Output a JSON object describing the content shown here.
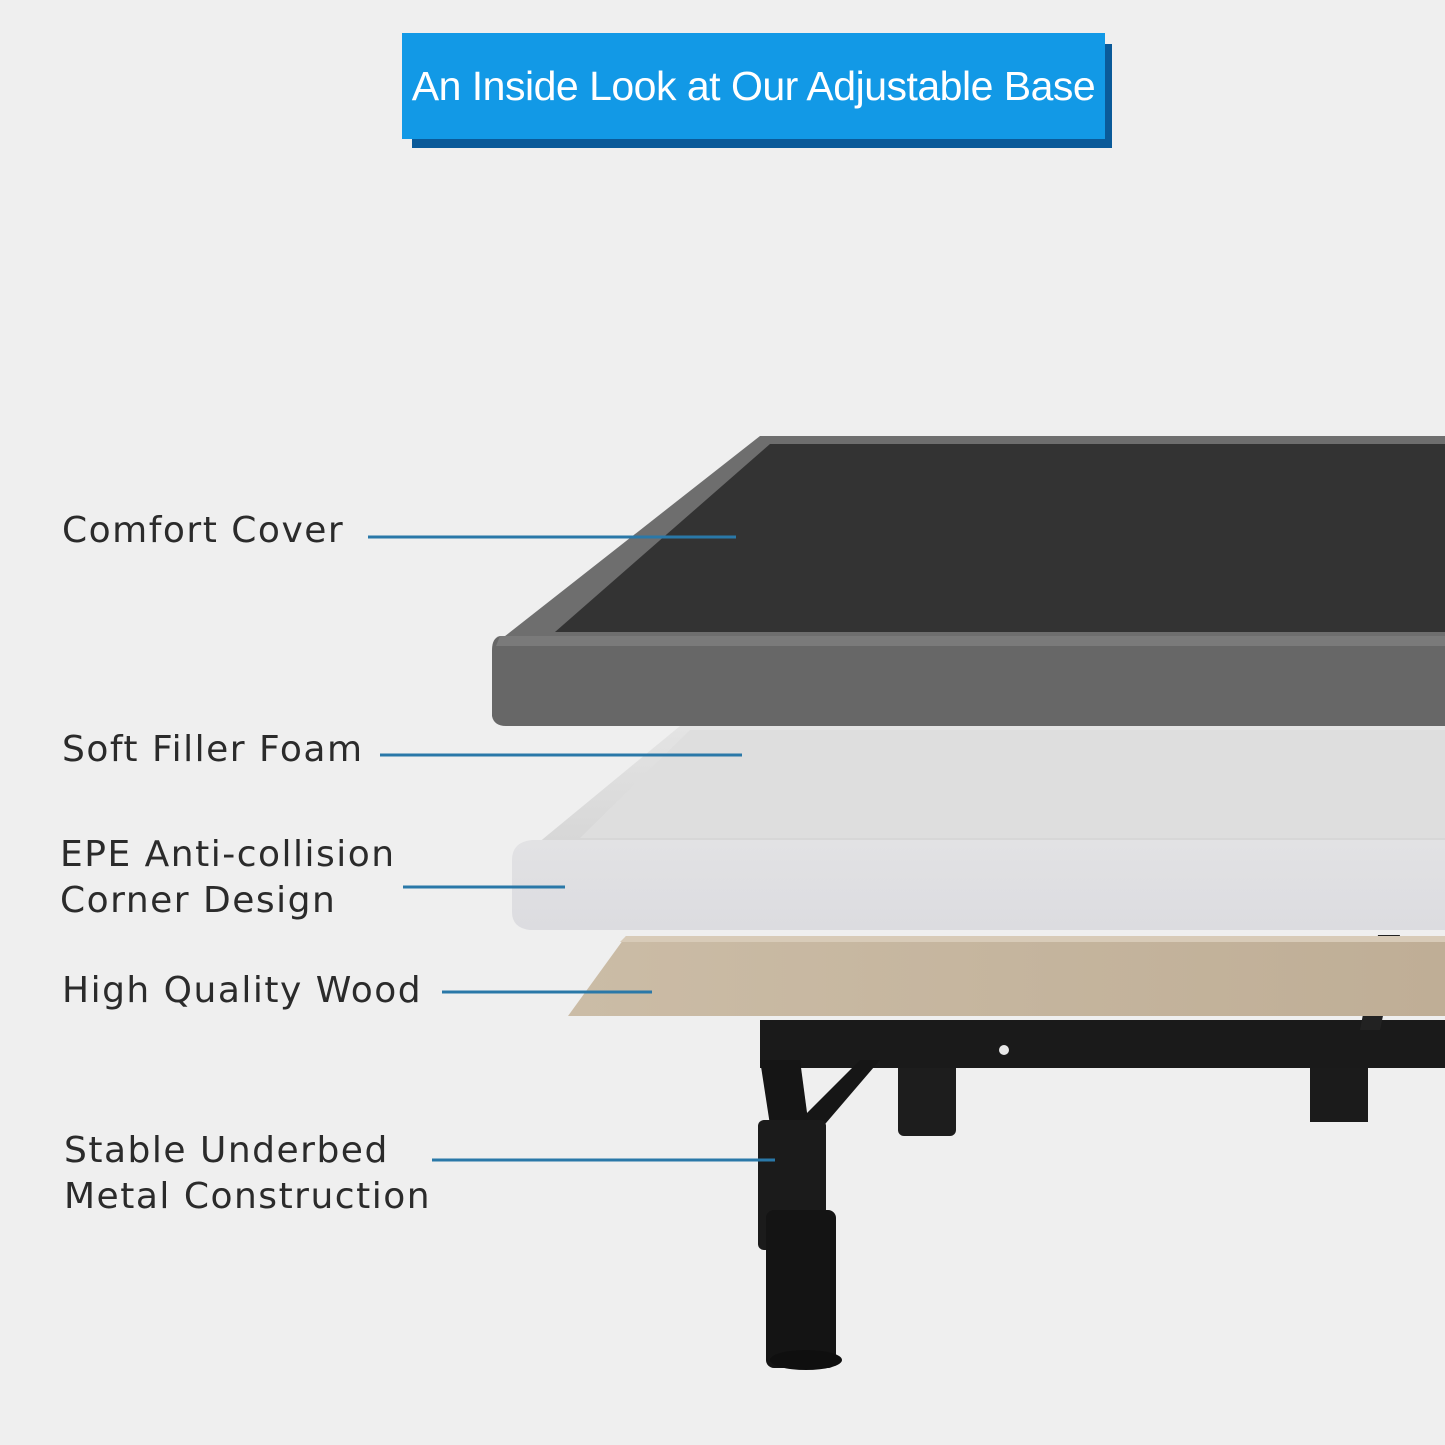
{
  "banner": {
    "title": "An Inside Look at Our Adjustable Base"
  },
  "callouts": [
    {
      "lines": [
        "Comfort Cover"
      ]
    },
    {
      "lines": [
        "Soft Filler Foam"
      ]
    },
    {
      "lines": [
        "EPE Anti-collision",
        "Corner Design"
      ]
    },
    {
      "lines": [
        "High Quality Wood"
      ]
    },
    {
      "lines": [
        "Stable Underbed",
        "Metal Construction"
      ]
    }
  ],
  "colors": {
    "banner": "#1299e6",
    "banner_shadow": "#0a5a99",
    "leader_line": "#2a78a8",
    "background": "#efefef"
  }
}
